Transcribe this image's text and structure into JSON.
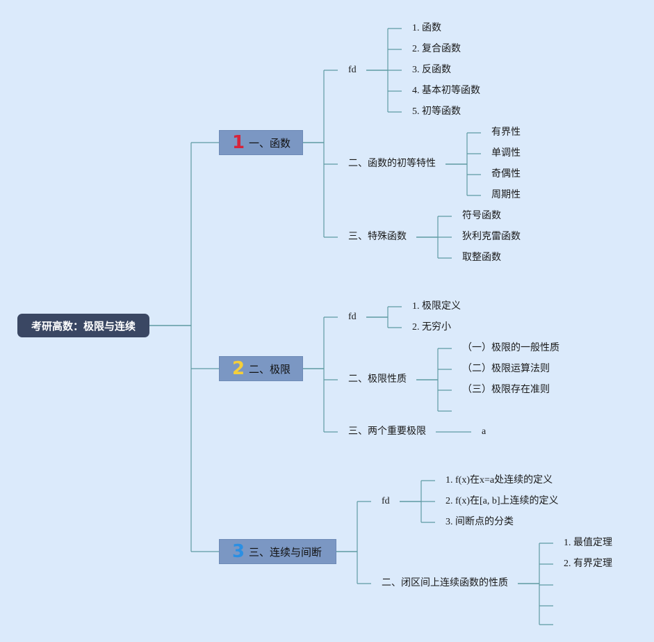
{
  "root": {
    "label": "考研高数：极限与连续"
  },
  "colors": {
    "background": "#dbeafb",
    "root": "#3a4763",
    "branch_box": "#7b97c3",
    "line": "#5e9aa2"
  },
  "branches": [
    {
      "num": "1",
      "num_color": "#d6243b",
      "label": "一、函数",
      "children": [
        {
          "label": "fd",
          "items": [
            "1. 函数",
            "2. 复合函数",
            "3. 反函数",
            "4. 基本初等函数",
            "5. 初等函数"
          ]
        },
        {
          "label": "二、函数的初等特性",
          "items": [
            "有界性",
            "单调性",
            "奇偶性",
            "周期性"
          ]
        },
        {
          "label": "三、特殊函数",
          "items": [
            "符号函数",
            "狄利克雷函数",
            "取整函数"
          ]
        }
      ]
    },
    {
      "num": "2",
      "num_color": "#f5cf3a",
      "label": "二、极限",
      "children": [
        {
          "label": "fd",
          "items": [
            "1. 极限定义",
            "2. 无穷小"
          ]
        },
        {
          "label": "二、极限性质",
          "items": [
            "（一）极限的一般性质",
            "（二）极限运算法则",
            "（三）极限存在准则",
            ""
          ]
        },
        {
          "label": "三、两个重要极限",
          "items": [
            "a"
          ]
        }
      ]
    },
    {
      "num": "3",
      "num_color": "#2b8fe3",
      "label": "三、连续与间断",
      "children": [
        {
          "label": "fd",
          "items": [
            "1. f(x)在x=a处连续的定义",
            "2. f(x)在[a, b]上连续的定义",
            "3. 间断点的分类"
          ]
        },
        {
          "label": "二、闭区间上连续函数的性质",
          "items": [
            "1. 最值定理",
            "2. 有界定理",
            "",
            "",
            ""
          ]
        }
      ]
    }
  ]
}
